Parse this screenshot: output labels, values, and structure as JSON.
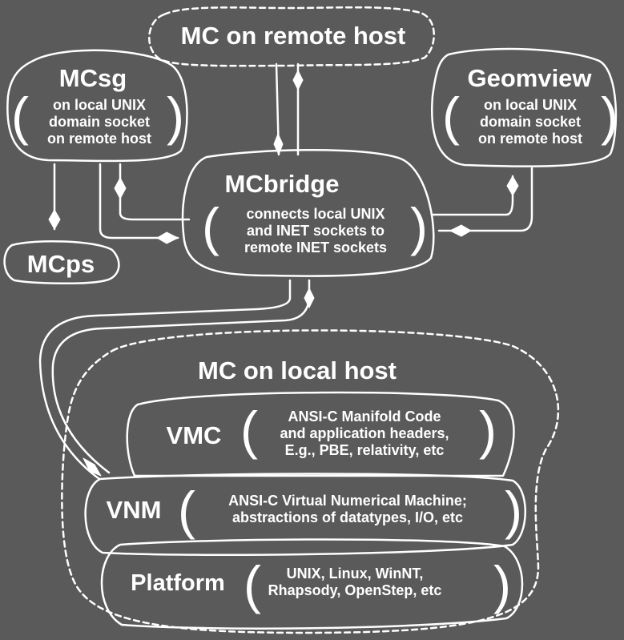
{
  "remote_mc": {
    "title": "MC on remote host"
  },
  "mcsg": {
    "title": "MCsg",
    "lines": [
      "on local UNIX",
      "domain socket",
      "on remote host"
    ]
  },
  "geomview": {
    "title": "Geomview",
    "lines": [
      "on local UNIX",
      "domain socket",
      "on remote host"
    ]
  },
  "mcbridge": {
    "title": "MCbridge",
    "lines": [
      "connects local UNIX",
      "and INET sockets to",
      "remote INET sockets"
    ]
  },
  "mcps": {
    "title": "MCps"
  },
  "local_mc": {
    "title": "MC on local host"
  },
  "vmc": {
    "title": "VMC",
    "lines": [
      "ANSI-C Manifold Code",
      "and application headers,",
      "E.g., PBE, relativity, etc"
    ]
  },
  "vnm": {
    "title": "VNM",
    "lines": [
      "ANSI-C Virtual Numerical Machine;",
      "abstractions of datatypes, I/O, etc"
    ]
  },
  "platform": {
    "title": "Platform",
    "lines": [
      "UNIX, Linux, WinNT,",
      "Rhapsody, OpenStep, etc"
    ]
  },
  "colors": {
    "background": "#5a5a5a",
    "foreground": "#ffffff"
  }
}
